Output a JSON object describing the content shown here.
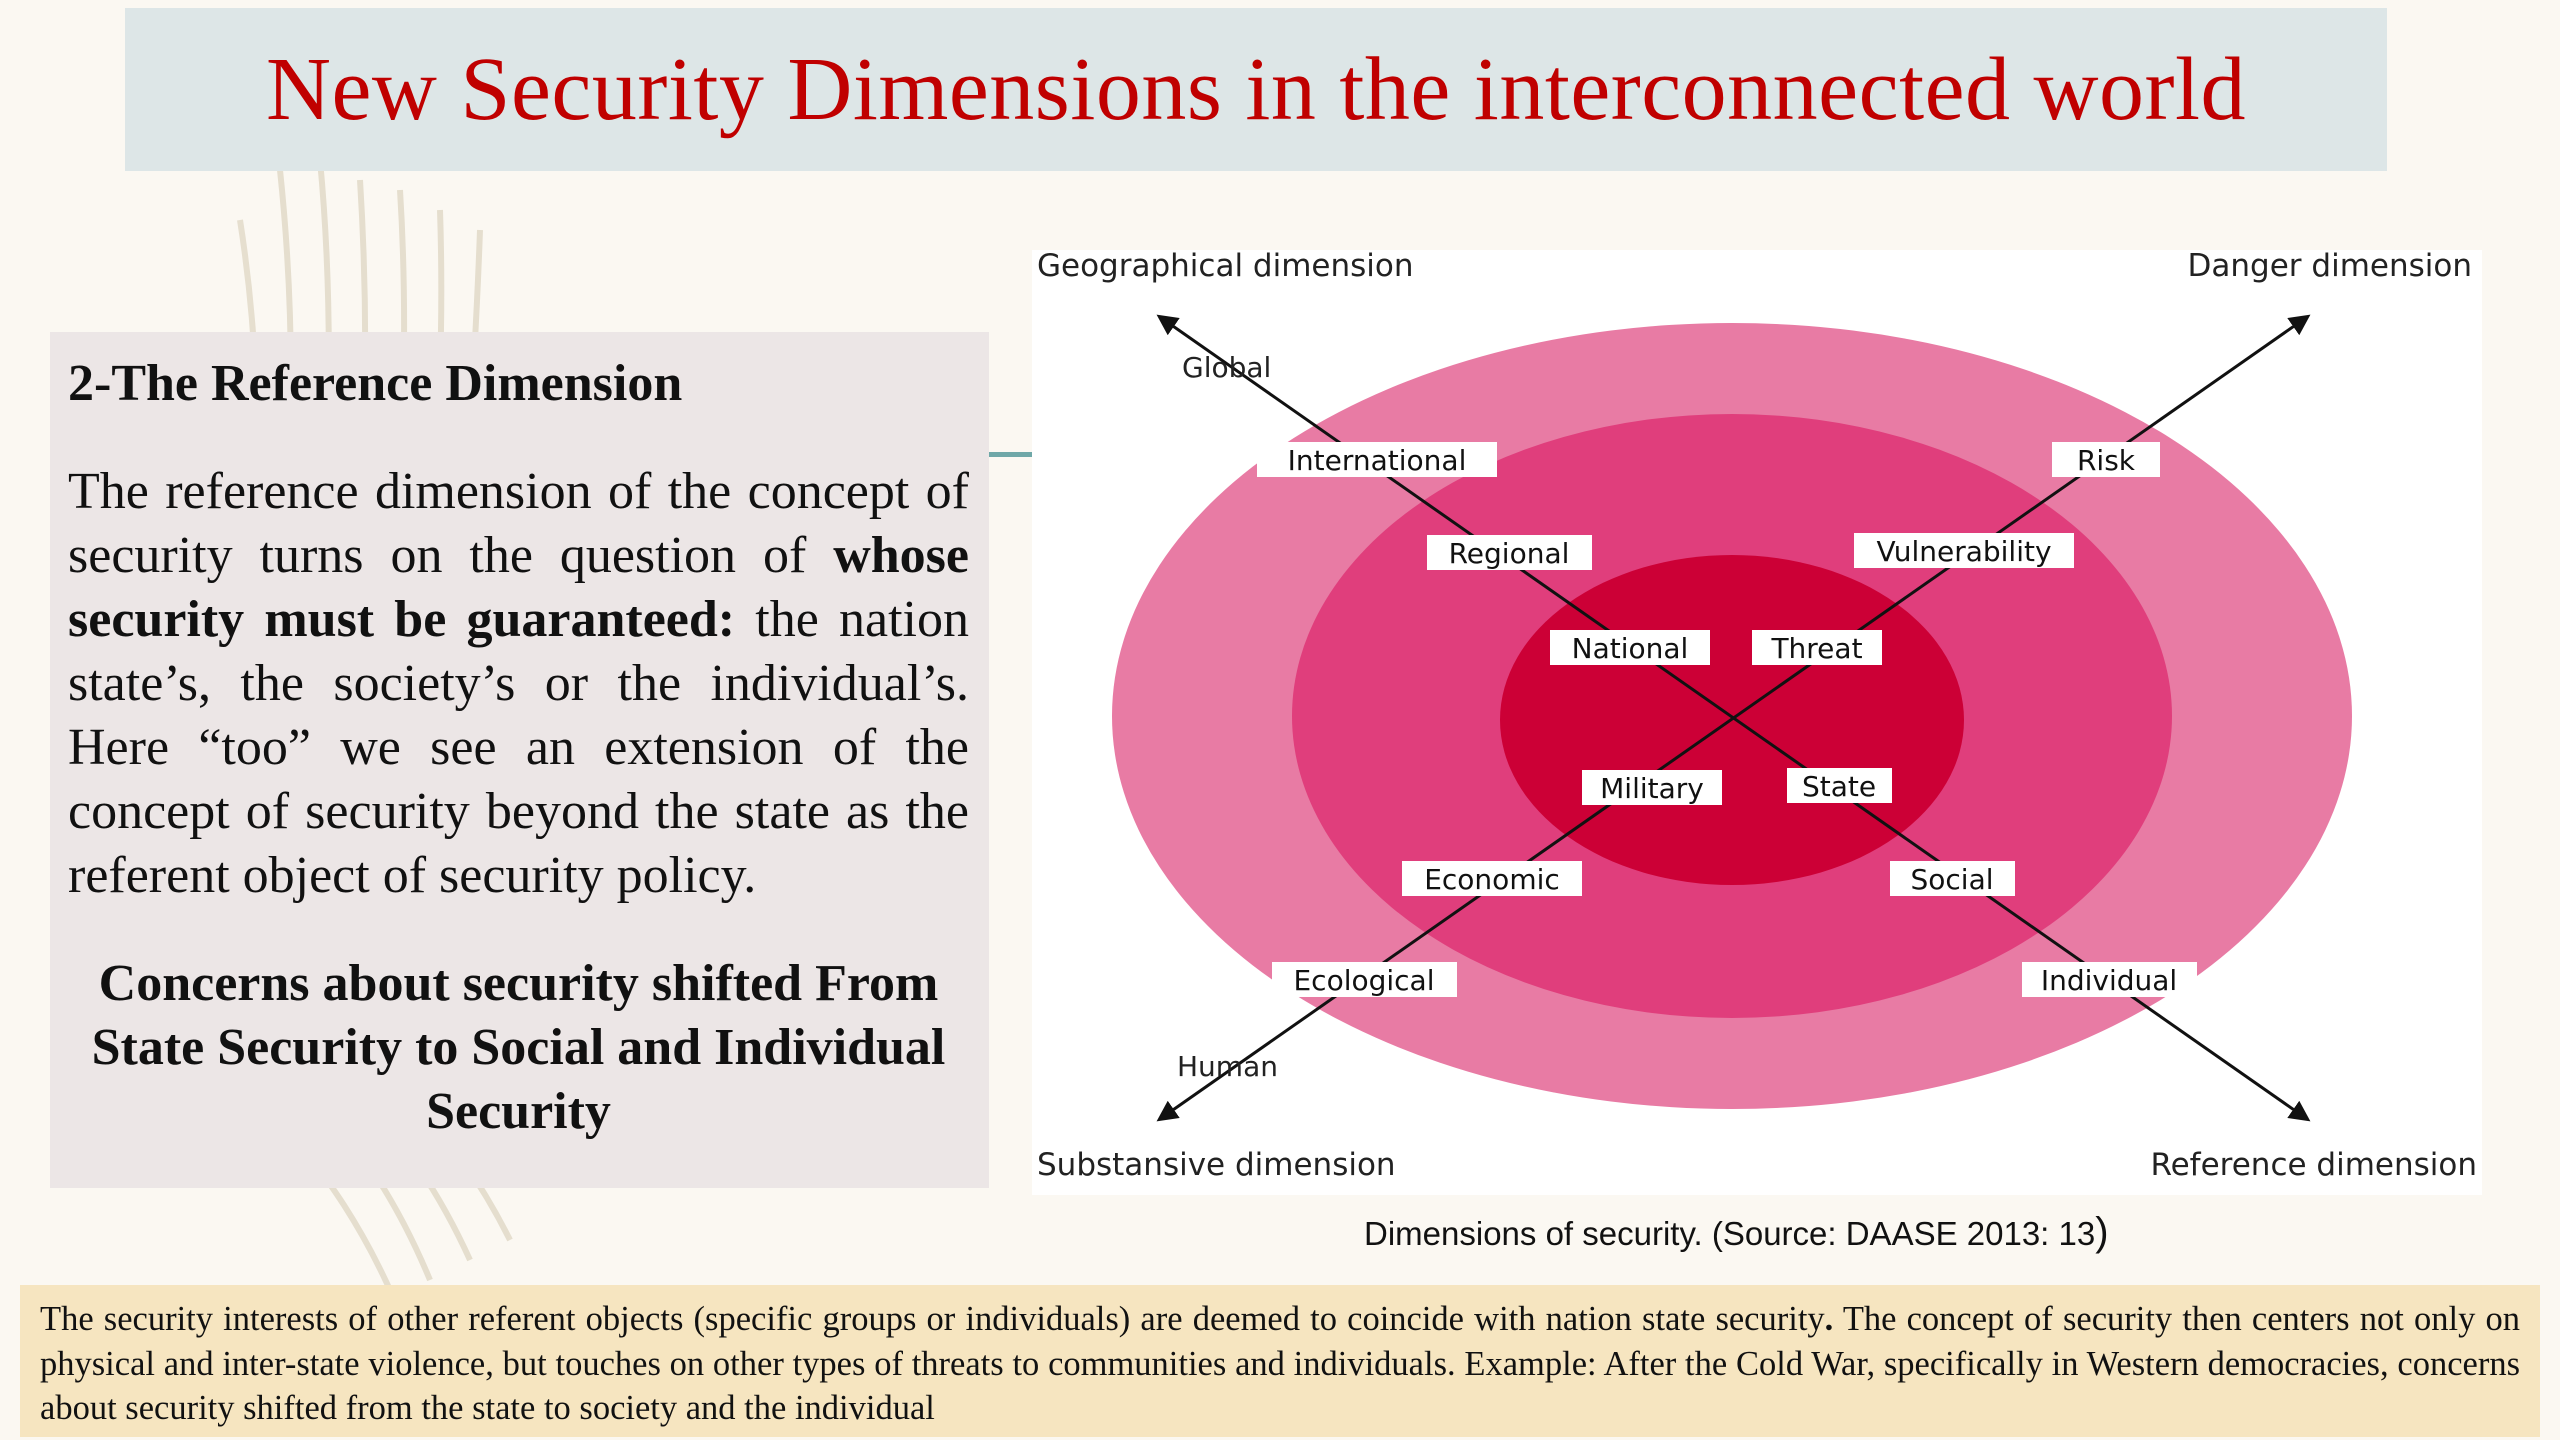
{
  "title": "New Security Dimensions in the interconnected world",
  "text_box": {
    "heading": "2-The Reference Dimension",
    "body_part1": "The reference dimension of the concept of security turns on the question of ",
    "body_bold": "whose security must be guaranteed:",
    "body_part2": " the nation state’s, the society’s or the individual’s. Here “too” we see an extension of the concept of security beyond the state as the referent object of security policy.",
    "conclusion": "Concerns about security shifted From State Security to Social and Individual Security"
  },
  "diagram": {
    "corner_labels": {
      "top_left": "Geographical dimension",
      "top_right": "Danger dimension",
      "bottom_left": "Substansive dimension",
      "bottom_right": "Reference dimension"
    },
    "geographical_axis": [
      "Global",
      "International",
      "Regional",
      "National"
    ],
    "danger_axis": [
      "Risk",
      "Vulnerability",
      "Threat"
    ],
    "substantive_axis": [
      "Military",
      "Economic",
      "Ecological",
      "Human"
    ],
    "reference_axis": [
      "State",
      "Social",
      "Individual"
    ],
    "colors": {
      "outer_ring": "#e87ba4",
      "middle_ring": "#e03e7c",
      "inner_ring": "#cc0036"
    }
  },
  "caption": {
    "text": "Dimensions of security. (Source: DAASE 2013: 13",
    "closing_paren": ")"
  },
  "footer": {
    "part1": "The security interests of other referent objects (specific groups or individuals) are deemed to coincide with nation state security",
    "period": ".",
    "part2": " The concept of security then centers not only on physical and inter-state violence, but touches on other types of threats to communities and individuals. Example: After the Cold War, specifically in Western democracies, concerns about security shifted from the state to society and the individual"
  }
}
